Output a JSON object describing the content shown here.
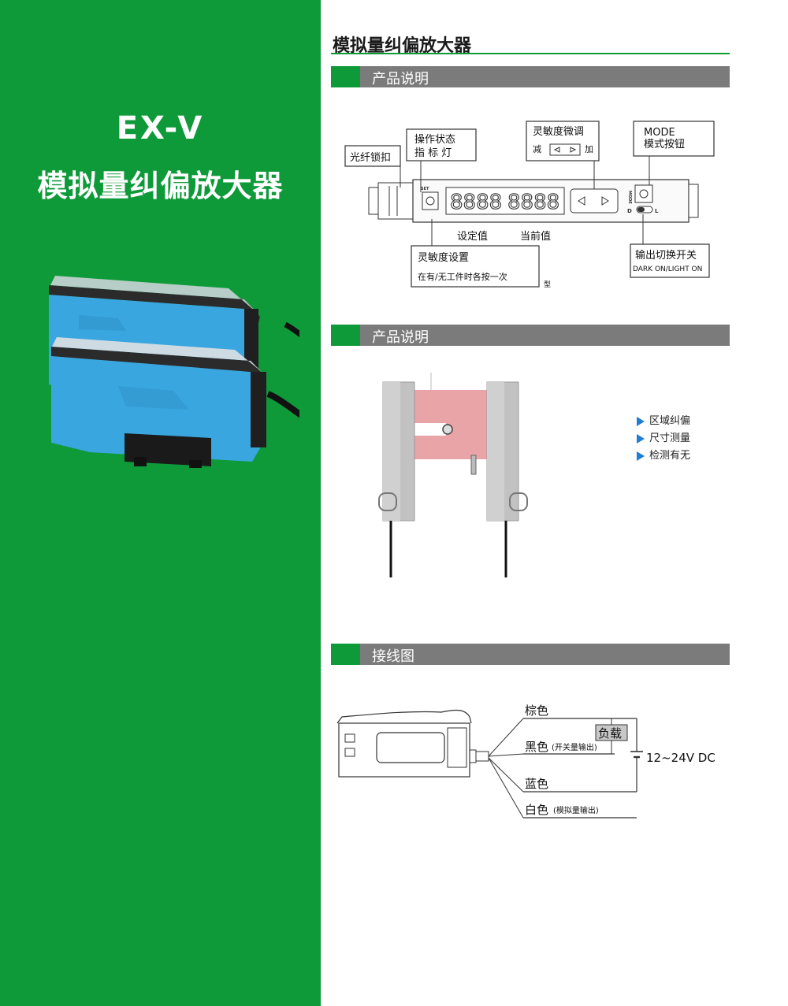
{
  "hero": {
    "model": "EX-V",
    "name": "模拟量纠偏放大器"
  },
  "page": {
    "title": "模拟量纠偏放大器"
  },
  "sections": {
    "s1": "产品说明",
    "s2": "产品说明",
    "s3": "接线图"
  },
  "panel": {
    "fiber_lock": "光纤锁扣",
    "op_status_1": "操作状态",
    "op_status_2": "指 标 灯",
    "sens_fine": "灵敏度微调",
    "minus": "减",
    "plus": "加",
    "mode_1": "MODE",
    "mode_2": "模式按钮",
    "set_marker": "SET",
    "mode_marker": "MODE",
    "display_left": "8888",
    "display_right": "8888",
    "set_value": "设定值",
    "current_value": "当前值",
    "sens_set": "灵敏度设置",
    "sens_set_desc": "在有/无工件时各按一次",
    "type_note": "型",
    "output_switch": "输出切换开关",
    "dark_light": "DARK ON/LIGHT ON",
    "switch_d": "D",
    "switch_l": "L"
  },
  "features": [
    "区域纠偏",
    "尺寸测量",
    "检测有无"
  ],
  "wiring": {
    "brown": "棕色",
    "black": "黑色",
    "black_note": "(开关量输出)",
    "load": "负载",
    "voltage": "12~24V DC",
    "blue": "蓝色",
    "white": "白色",
    "white_note": "(模拟量输出)"
  },
  "colors": {
    "green": "#0f9a3a",
    "section_gray": "#7b7b7b",
    "amp_blue": "#3aa6df",
    "beam_pink": "#e8a4a6",
    "feature_arrow": "#1f7dd4"
  }
}
